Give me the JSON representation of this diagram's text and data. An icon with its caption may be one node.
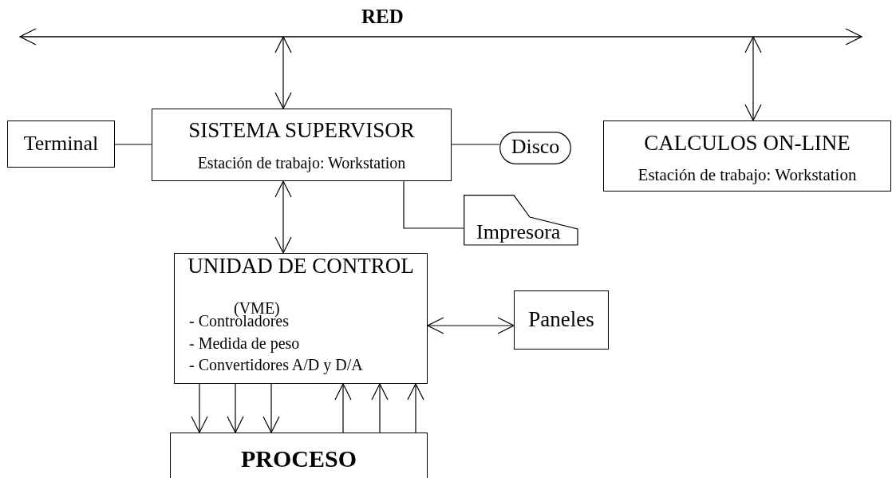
{
  "diagram": {
    "nodes": [
      {
        "text": [
          "RED"
        ]
      },
      {
        "text": [
          "SISTEMA SUPERVISOR",
          "Estación de trabajo: Workstation"
        ]
      },
      {
        "text": [
          "Terminal"
        ]
      },
      {
        "text": [
          "Disco"
        ]
      },
      {
        "text": [
          "CALCULOS ON-LINE",
          "Estación de trabajo: Workstation"
        ]
      },
      {
        "text": [
          "Impresora"
        ]
      },
      {
        "text": [
          "UNIDAD DE CONTROL",
          "(VME)",
          "- Controladores",
          "- Medida de peso",
          "- Convertidores  A/D y D/A"
        ]
      },
      {
        "text": [
          "Paneles"
        ]
      },
      {
        "text": [
          "PROCESO"
        ]
      }
    ],
    "edges": [
      {
        "from": 0,
        "to": 1,
        "arrow": "both"
      },
      {
        "from": 0,
        "to": 4,
        "arrow": "both"
      },
      {
        "from": 2,
        "to": 1,
        "arrow": "none"
      },
      {
        "from": 1,
        "to": 3,
        "arrow": "none"
      },
      {
        "from": 1,
        "to": 5,
        "arrow": "none"
      },
      {
        "from": 1,
        "to": 6,
        "arrow": "both"
      },
      {
        "from": 6,
        "to": 7,
        "arrow": "both"
      },
      {
        "from": 6,
        "to": 8,
        "arrow": "to"
      },
      {
        "from": 6,
        "to": 8,
        "arrow": "to"
      },
      {
        "from": 6,
        "to": 8,
        "arrow": "to"
      },
      {
        "from": 8,
        "to": 6,
        "arrow": "to"
      },
      {
        "from": 8,
        "to": 6,
        "arrow": "to"
      },
      {
        "from": 8,
        "to": 6,
        "arrow": "to"
      }
    ]
  }
}
